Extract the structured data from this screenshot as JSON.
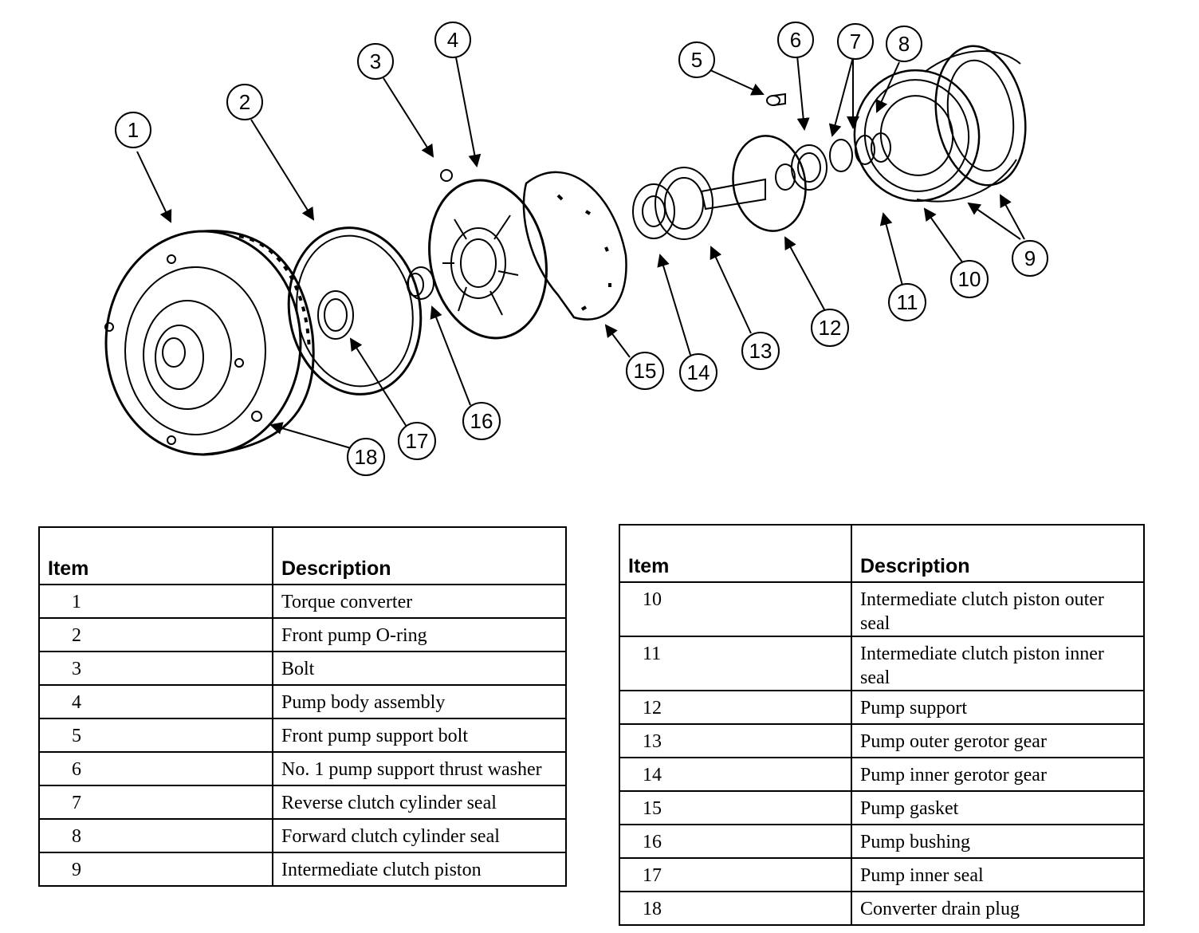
{
  "callouts": [
    "1",
    "2",
    "3",
    "4",
    "5",
    "6",
    "7",
    "8",
    "9",
    "10",
    "11",
    "12",
    "13",
    "14",
    "15",
    "16",
    "17",
    "18"
  ],
  "table_left": {
    "headers": {
      "item": "Item",
      "description": "Description"
    },
    "rows": [
      {
        "item": "1",
        "description": "Torque converter"
      },
      {
        "item": "2",
        "description": "Front pump O-ring"
      },
      {
        "item": "3",
        "description": "Bolt"
      },
      {
        "item": "4",
        "description": "Pump body assembly"
      },
      {
        "item": "5",
        "description": "Front pump support bolt"
      },
      {
        "item": "6",
        "description": "No. 1 pump support thrust washer"
      },
      {
        "item": "7",
        "description": "Reverse clutch cylinder seal"
      },
      {
        "item": "8",
        "description": "Forward clutch cylinder seal"
      },
      {
        "item": "9",
        "description": "Intermediate clutch piston"
      }
    ]
  },
  "table_right": {
    "headers": {
      "item": "Item",
      "description": "Description"
    },
    "rows": [
      {
        "item": "10",
        "description": "Intermediate clutch piston outer seal"
      },
      {
        "item": "11",
        "description": "Intermediate clutch piston inner seal"
      },
      {
        "item": "12",
        "description": "Pump support"
      },
      {
        "item": "13",
        "description": "Pump outer gerotor gear"
      },
      {
        "item": "14",
        "description": "Pump inner gerotor gear"
      },
      {
        "item": "15",
        "description": "Pump gasket"
      },
      {
        "item": "16",
        "description": "Pump bushing"
      },
      {
        "item": "17",
        "description": "Pump inner seal"
      },
      {
        "item": "18",
        "description": "Converter drain plug"
      }
    ]
  }
}
